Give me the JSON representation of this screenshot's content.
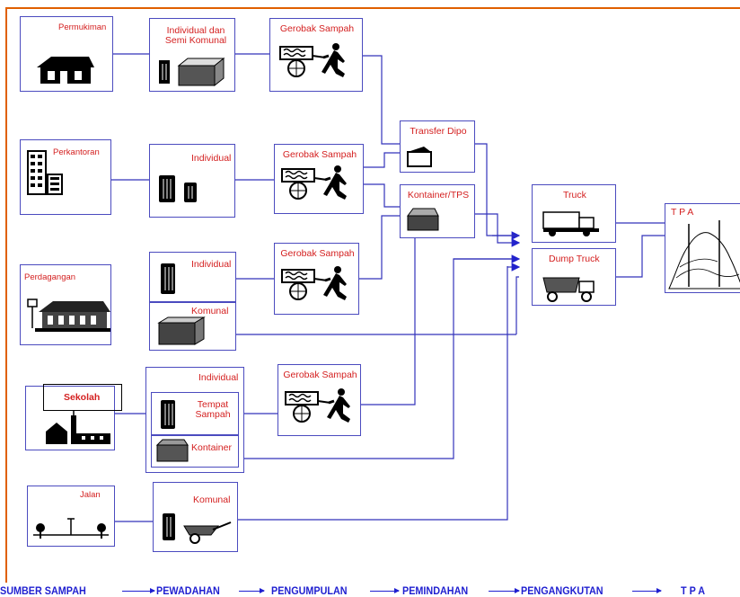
{
  "sources": {
    "permukiman": "Permukiman",
    "perkantoran": "Perkantoran",
    "perdagangan": "Perdagangan",
    "sekolah": "Sekolah",
    "jalan": "Jalan"
  },
  "containers": {
    "individual_semi": "Individual dan\nSemi Komunal",
    "individual": "Individual",
    "komunal": "Komunal",
    "tempat_sampah": "Tempat\nSampah",
    "kontainer": "Kontainer"
  },
  "collection": {
    "gerobak": "Gerobak Sampah"
  },
  "transfer": {
    "transfer_dipo": "Transfer Dipo",
    "kontainer_tps": "Kontainer/TPS"
  },
  "transport": {
    "truck": "Truck",
    "dump_truck": "Dump Truck"
  },
  "tpa": "T P A",
  "footer": {
    "stage1": "SUMBER SAMPAH",
    "stage2": "PEWADAHAN",
    "stage3": "PENGUMPULAN",
    "stage4": "PEMINDAHAN",
    "stage5": "PENGANGKUTAN",
    "stage6": "T P A"
  },
  "colors": {
    "box_border": "#4b4bbf",
    "label": "#d42020",
    "frame": "#e06000",
    "footer": "#1f1fd0"
  }
}
